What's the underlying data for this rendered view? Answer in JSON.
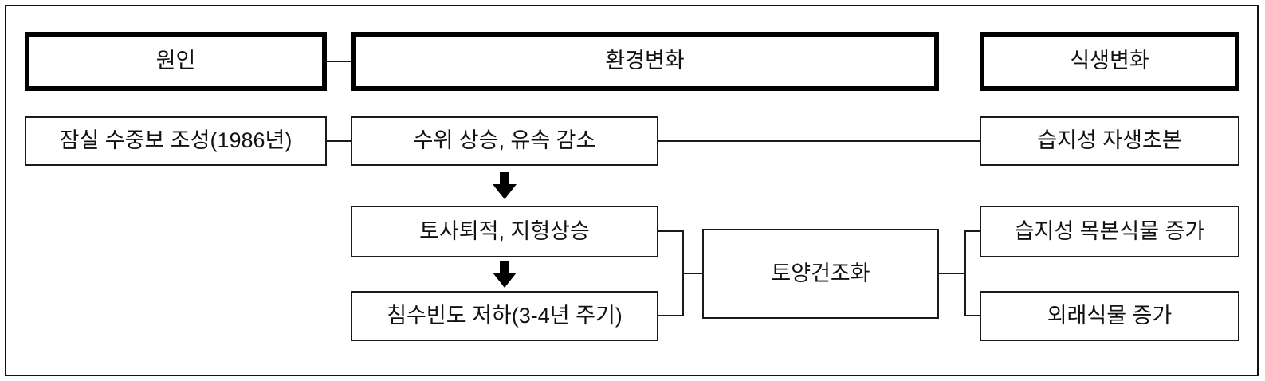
{
  "diagram": {
    "title": "",
    "colors": {
      "frame": "#111111",
      "header_border": "#000000",
      "node_border": "#1a1a1a",
      "connector": "#1a1a1a",
      "background": "#ffffff",
      "text": "#111111"
    },
    "headers": [
      {
        "id": "cause",
        "label": "원인"
      },
      {
        "id": "environmental-change",
        "label": "환경변화"
      },
      {
        "id": "vegetation-change",
        "label": "식생변화"
      }
    ],
    "nodes": [
      {
        "id": "jamsil-weir",
        "label": "잠실 수중보 조성(1986년)",
        "column": "cause"
      },
      {
        "id": "water-level-rise",
        "label": "수위 상승, 유속 감소",
        "column": "environmental-change"
      },
      {
        "id": "sediment-deposition",
        "label": "토사퇴적, 지형상승",
        "column": "environmental-change"
      },
      {
        "id": "flood-frequency-drop",
        "label": "침수빈도 저하(3-4년 주기)",
        "column": "environmental-change"
      },
      {
        "id": "soil-drying",
        "label": "토양건조화",
        "column": "environmental-change"
      },
      {
        "id": "wetland-herbs",
        "label": "습지성 자생초본",
        "column": "vegetation-change"
      },
      {
        "id": "wetland-woody-increase",
        "label": "습지성 목본식물 증가",
        "column": "vegetation-change"
      },
      {
        "id": "alien-plants-increase",
        "label": "외래식물 증가",
        "column": "vegetation-change"
      }
    ],
    "arrows": [
      {
        "id": "arrow-water-to-sediment",
        "kind": "down-arrow",
        "from": "water-level-rise",
        "to": "sediment-deposition"
      },
      {
        "id": "arrow-sediment-to-flood",
        "kind": "down-arrow",
        "from": "sediment-deposition",
        "to": "flood-frequency-drop"
      }
    ],
    "connectors": [
      {
        "id": "link-cause-header-to-env-header",
        "kind": "line",
        "from": "cause",
        "to": "environmental-change"
      },
      {
        "id": "link-weir-to-water-level",
        "kind": "line",
        "from": "jamsil-weir",
        "to": "water-level-rise"
      },
      {
        "id": "link-water-level-to-wetland-herbs",
        "kind": "line",
        "from": "water-level-rise",
        "to": "wetland-herbs"
      },
      {
        "id": "link-sediment-flood-to-soil-drying",
        "kind": "bracket",
        "from": "sediment-deposition, flood-frequency-drop",
        "to": "soil-drying"
      },
      {
        "id": "link-soil-drying-to-vegetation",
        "kind": "bracket",
        "from": "soil-drying",
        "to": "wetland-woody-increase, alien-plants-increase"
      }
    ]
  }
}
